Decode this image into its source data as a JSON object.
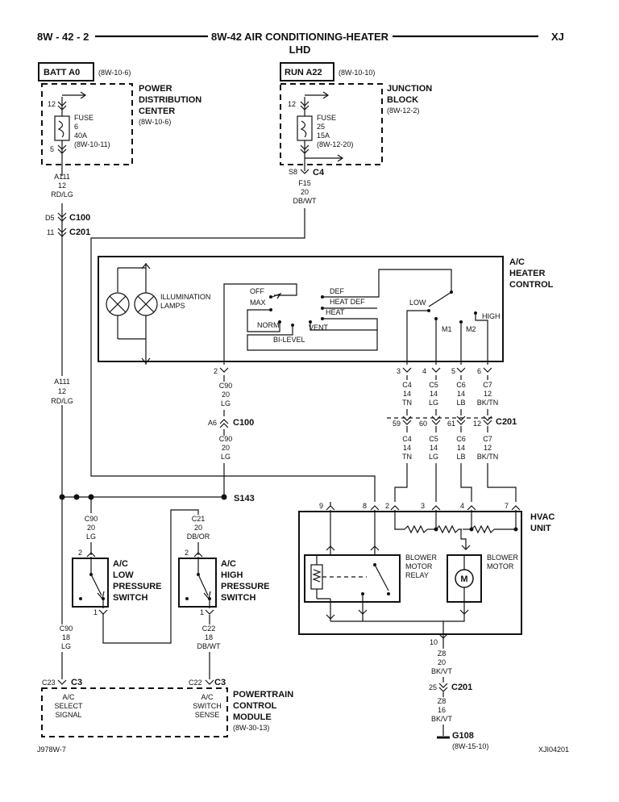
{
  "header": {
    "left": "8W - 42 - 2",
    "title": "8W-42 AIR CONDITIONING-HEATER",
    "subtitle": "LHD",
    "right": "XJ"
  },
  "batt": {
    "name": "BATT A0",
    "ref": "(8W-10-6)",
    "pin_top": "12",
    "pin_bottom": "5",
    "fuse_lines": [
      "FUSE",
      "6",
      "40A",
      "(8W-10-11)"
    ],
    "module_lines": [
      "POWER",
      "DISTRIBUTION",
      "CENTER"
    ],
    "module_ref": "(8W-10-6)"
  },
  "run": {
    "name": "RUN A22",
    "ref": "(8W-10-10)",
    "pin_top": "12",
    "fuse_lines": [
      "FUSE",
      "25",
      "15A",
      "(8W-12-20)"
    ],
    "module_lines": [
      "JUNCTION",
      "BLOCK"
    ],
    "module_ref": "(8W-12-2)",
    "conn_pin": "S8",
    "conn": "C4"
  },
  "wire_a111": [
    "A111",
    "12",
    "RD/LG"
  ],
  "wire_f15": [
    "F15",
    "20",
    "DB/WT"
  ],
  "c100_top": {
    "pin": "D5",
    "name": "C100"
  },
  "c201_top": {
    "pin": "11",
    "name": "C201"
  },
  "control": {
    "title_lines": [
      "A/C",
      "HEATER",
      "CONTROL"
    ],
    "illum_lines": [
      "ILLUMINATION",
      "LAMPS"
    ],
    "modes": {
      "off": "OFF",
      "max": "MAX",
      "norm": "NORM",
      "vent": "VENT",
      "bilevel": "BI-LEVEL",
      "def": "DEF",
      "heat_def": "HEAT DEF",
      "heat": "HEAT"
    },
    "blower": {
      "low": "LOW",
      "m1": "M1",
      "m2": "M2",
      "high": "HIGH"
    }
  },
  "ctrl_pins": [
    "2",
    "3",
    "4",
    "5",
    "6"
  ],
  "wire_c90a": [
    "C90",
    "20",
    "LG"
  ],
  "wires_blower_upper": [
    [
      "C4",
      "14",
      "TN"
    ],
    [
      "C5",
      "14",
      "LG"
    ],
    [
      "C6",
      "14",
      "LB"
    ],
    [
      "C7",
      "12",
      "BK/TN"
    ]
  ],
  "c100_mid": {
    "pin": "A6",
    "name": "C100"
  },
  "c201_mid": {
    "pins": [
      "59",
      "60",
      "61",
      "12"
    ],
    "name": "C201"
  },
  "wire_c90b": [
    "C90",
    "20",
    "LG"
  ],
  "wires_blower_lower": [
    [
      "C4",
      "14",
      "TN"
    ],
    [
      "C5",
      "14",
      "LG"
    ],
    [
      "C6",
      "14",
      "LB"
    ],
    [
      "C7",
      "12",
      "BK/TN"
    ]
  ],
  "wire_a111_lower": [
    "A111",
    "12",
    "RD/LG"
  ],
  "splice": "S143",
  "wire_c90c": [
    "C90",
    "20",
    "LG"
  ],
  "wire_c21": [
    "C21",
    "20",
    "DB/OR"
  ],
  "low_switch": {
    "lines": [
      "A/C",
      "LOW",
      "PRESSURE",
      "SWITCH"
    ],
    "pin_top": "2",
    "pin_bottom": "1"
  },
  "high_switch": {
    "lines": [
      "A/C",
      "HIGH",
      "PRESSURE",
      "SWITCH"
    ],
    "pin_top": "2",
    "pin_bottom": "1"
  },
  "wire_c90d": [
    "C90",
    "18",
    "LG"
  ],
  "wire_c22": [
    "C22",
    "18",
    "DB/WT"
  ],
  "hvac": {
    "lines": [
      "HVAC",
      "UNIT"
    ],
    "pins": [
      "9",
      "8",
      "2",
      "3",
      "4",
      "7"
    ],
    "pin_bottom": "10",
    "relay_lines": [
      "BLOWER",
      "MOTOR",
      "RELAY"
    ],
    "motor_lines": [
      "BLOWER",
      "MOTOR"
    ],
    "motor_symbol": "M"
  },
  "wire_z8a": [
    "Z8",
    "20",
    "BK/VT"
  ],
  "c201_bot": {
    "pin": "25",
    "name": "C201"
  },
  "wire_z8b": [
    "Z8",
    "16",
    "BK/VT"
  ],
  "ground": {
    "name": "G108",
    "ref": "(8W-15-10)"
  },
  "pcm": {
    "lines": [
      "POWERTRAIN",
      "CONTROL",
      "MODULE"
    ],
    "ref": "(8W-30-13)",
    "c23_pin": "C23",
    "c22_pin": "C22",
    "conn": "C3",
    "select_lines": [
      "A/C",
      "SELECT",
      "SIGNAL"
    ],
    "sense_lines": [
      "A/C",
      "SWITCH",
      "SENSE"
    ]
  },
  "footer": {
    "left": "J978W-7",
    "right": "XJI04201"
  }
}
